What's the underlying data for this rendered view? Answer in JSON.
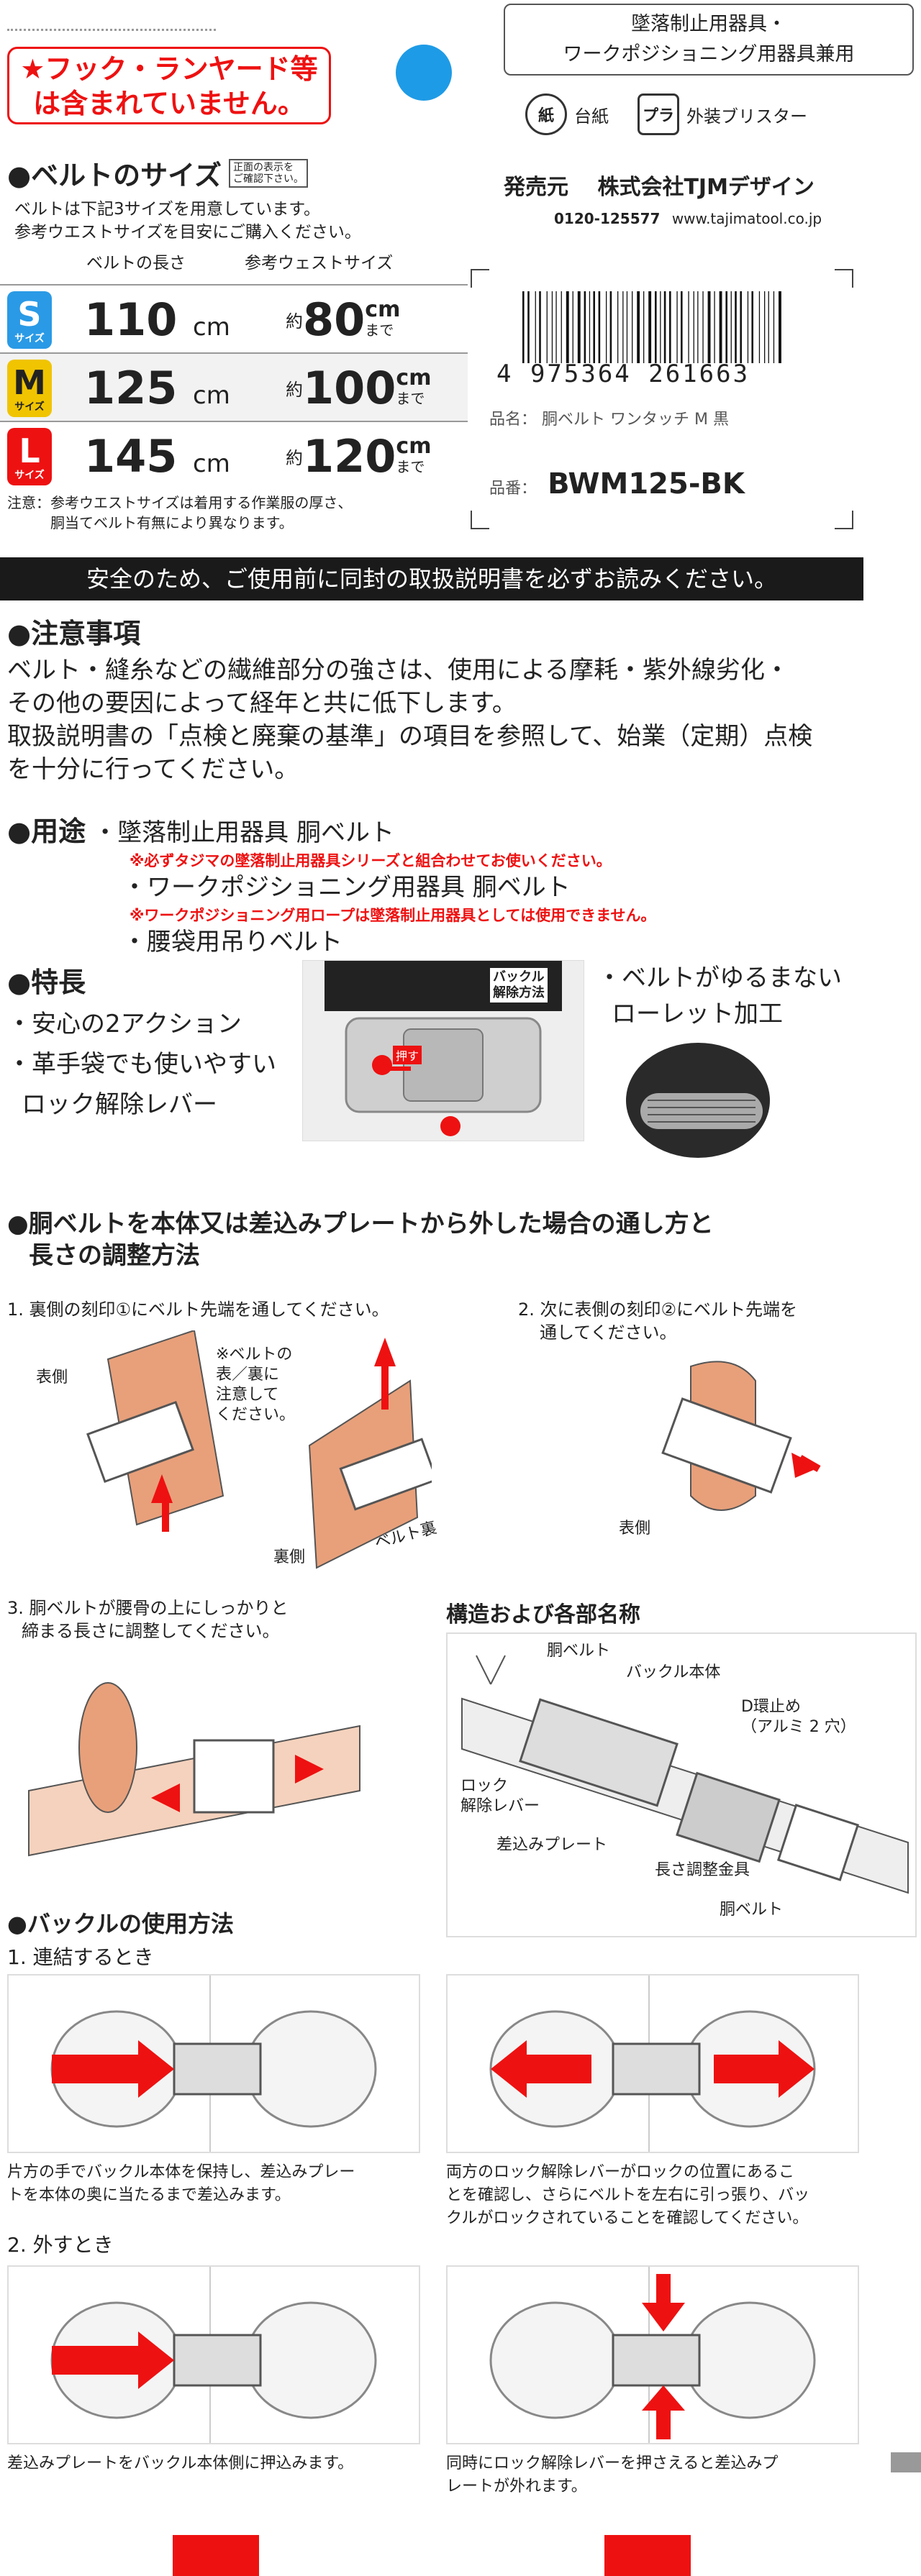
{
  "warning_box": {
    "line1": "★フック・ランヤード等",
    "line2": "は含まれていません。"
  },
  "usage_box": {
    "line1": "墜落制止用器具・",
    "line2": "ワークポジショニング用器具兼用"
  },
  "recycle": {
    "paper_icon": "紙",
    "paper_label": "台紙",
    "pla_icon": "プラ",
    "pla_label": "外装ブリスター"
  },
  "seller": {
    "label": "発売元",
    "name": "株式会社TJMデザイン",
    "phone": "0120-125577",
    "url": "www.tajimatool.co.jp"
  },
  "belt_size": {
    "title": "●ベルトのサイズ",
    "title_note_line1": "正面の表示を",
    "title_note_line2": "ご確認下さい。",
    "desc_line1": "ベルトは下記3サイズを用意しています。",
    "desc_line2": "参考ウエストサイズを目安にご購入ください。",
    "col1": "ベルトの長さ",
    "col2": "参考ウェストサイズ",
    "rows": [
      {
        "letter": "S",
        "sub": "サイズ",
        "length": "110",
        "unit": "cm",
        "approx": "約",
        "waist": "80",
        "made_unit": "cm",
        "made": "まで",
        "color": "#2a9ae6",
        "bg": "#fff"
      },
      {
        "letter": "M",
        "sub": "サイズ",
        "length": "125",
        "unit": "cm",
        "approx": "約",
        "waist": "100",
        "made_unit": "cm",
        "made": "まで",
        "color": "#f0c400",
        "bg": "#f2f2f2"
      },
      {
        "letter": "L",
        "sub": "サイズ",
        "length": "145",
        "unit": "cm",
        "approx": "約",
        "waist": "120",
        "made_unit": "cm",
        "made": "まで",
        "color": "#e11",
        "bg": "#fff"
      }
    ],
    "note_line1": "注意：参考ウエストサイズは着用する作業服の厚さ、",
    "note_line2": "胴当てベルト有無により異なります。"
  },
  "product": {
    "barcode_number": "4 975364 261663",
    "name_label": "品名：",
    "name_value": "胴ベルト ワンタッチ M 黒",
    "code_label": "品番：",
    "code_value": "BWM125-BK"
  },
  "safety_banner": "安全のため、ご使用前に同封の取扱説明書を必ずお読みください。",
  "caution": {
    "title": "●注意事項",
    "line1": "ベルト・縫糸などの繊維部分の強さは、使用による摩耗・紫外線劣化・",
    "line2": "その他の要因によって経年と共に低下します。",
    "line3": "取扱説明書の「点検と廃棄の基準」の項目を参照して、始業（定期）点検",
    "line4": "を十分に行ってください。"
  },
  "use": {
    "title": "●用途",
    "item1": "・墜落制止用器具 胴ベルト",
    "note1": "※必ずタジマの墜落制止用器具シリーズと組合わせてお使いください。",
    "item2": "・ワークポジショニング用器具 胴ベルト",
    "note2": "※ワークポジショニング用ロープは墜落制止用器具としては使用できません。",
    "item3": "・腰袋用吊りベルト"
  },
  "features": {
    "title": "●特長",
    "f1": "・安心の2アクション",
    "f2": "・革手袋でも使いやすい",
    "f3": "ロック解除レバー",
    "buckle_label_line1": "バックル",
    "buckle_label_line2": "解除方法",
    "push": "押す",
    "f4": "・ベルトがゆるまない",
    "f5": "ローレット加工"
  },
  "threading": {
    "title_line1": "●胴ベルトを本体又は差込みプレートから外した場合の通し方と",
    "title_line2": "長さの調整方法",
    "step1": "1. 裏側の刻印①にベルト先端を通してください。",
    "step1_note_line1": "※ベルトの",
    "step1_note_line2": "表／裏に",
    "step1_note_line3": "注意して",
    "step1_note_line4": "ください。",
    "front_label": "表側",
    "back_label": "裏側",
    "belt_back": "ベルト裏",
    "step2_line1": "2. 次に表側の刻印②にベルト先端を",
    "step2_line2": "通してください。",
    "front_label2": "表側",
    "step3_line1": "3. 胴ベルトが腰骨の上にしっかりと",
    "step3_line2": "締まる長さに調整してください。"
  },
  "structure": {
    "title": "構造および各部名称",
    "belt": "胴ベルト",
    "buckle": "バックル本体",
    "d_ring_line1": "D環止め",
    "d_ring_line2": "（アルミ 2 穴）",
    "lock_line1": "ロック",
    "lock_line2": "解除レバー",
    "plate": "差込みプレート",
    "adjuster": "長さ調整金具",
    "belt2": "胴ベルト"
  },
  "buckle_use": {
    "title": "●バックルの使用方法",
    "connect": "1. 連結するとき",
    "c1_line1": "片方の手でバックル本体を保持し、差込みプレー",
    "c1_line2": "トを本体の奥に当たるまで差込みます。",
    "c2_line1": "両方のロック解除レバーがロックの位置にあるこ",
    "c2_line2": "とを確認し、さらにベルトを左右に引っ張り、バッ",
    "c2_line3": "クルがロックされていることを確認してください。",
    "release": "2. 外すとき",
    "r1": "差込みプレートをバックル本体側に押込みます。",
    "r2_line1": "同時にロック解除レバーを押さえると差込みプ",
    "r2_line2": "レートが外れます。"
  },
  "colors": {
    "accent_red": "#e11111",
    "blue": "#1e9be6",
    "banner": "#1a1a1a"
  }
}
